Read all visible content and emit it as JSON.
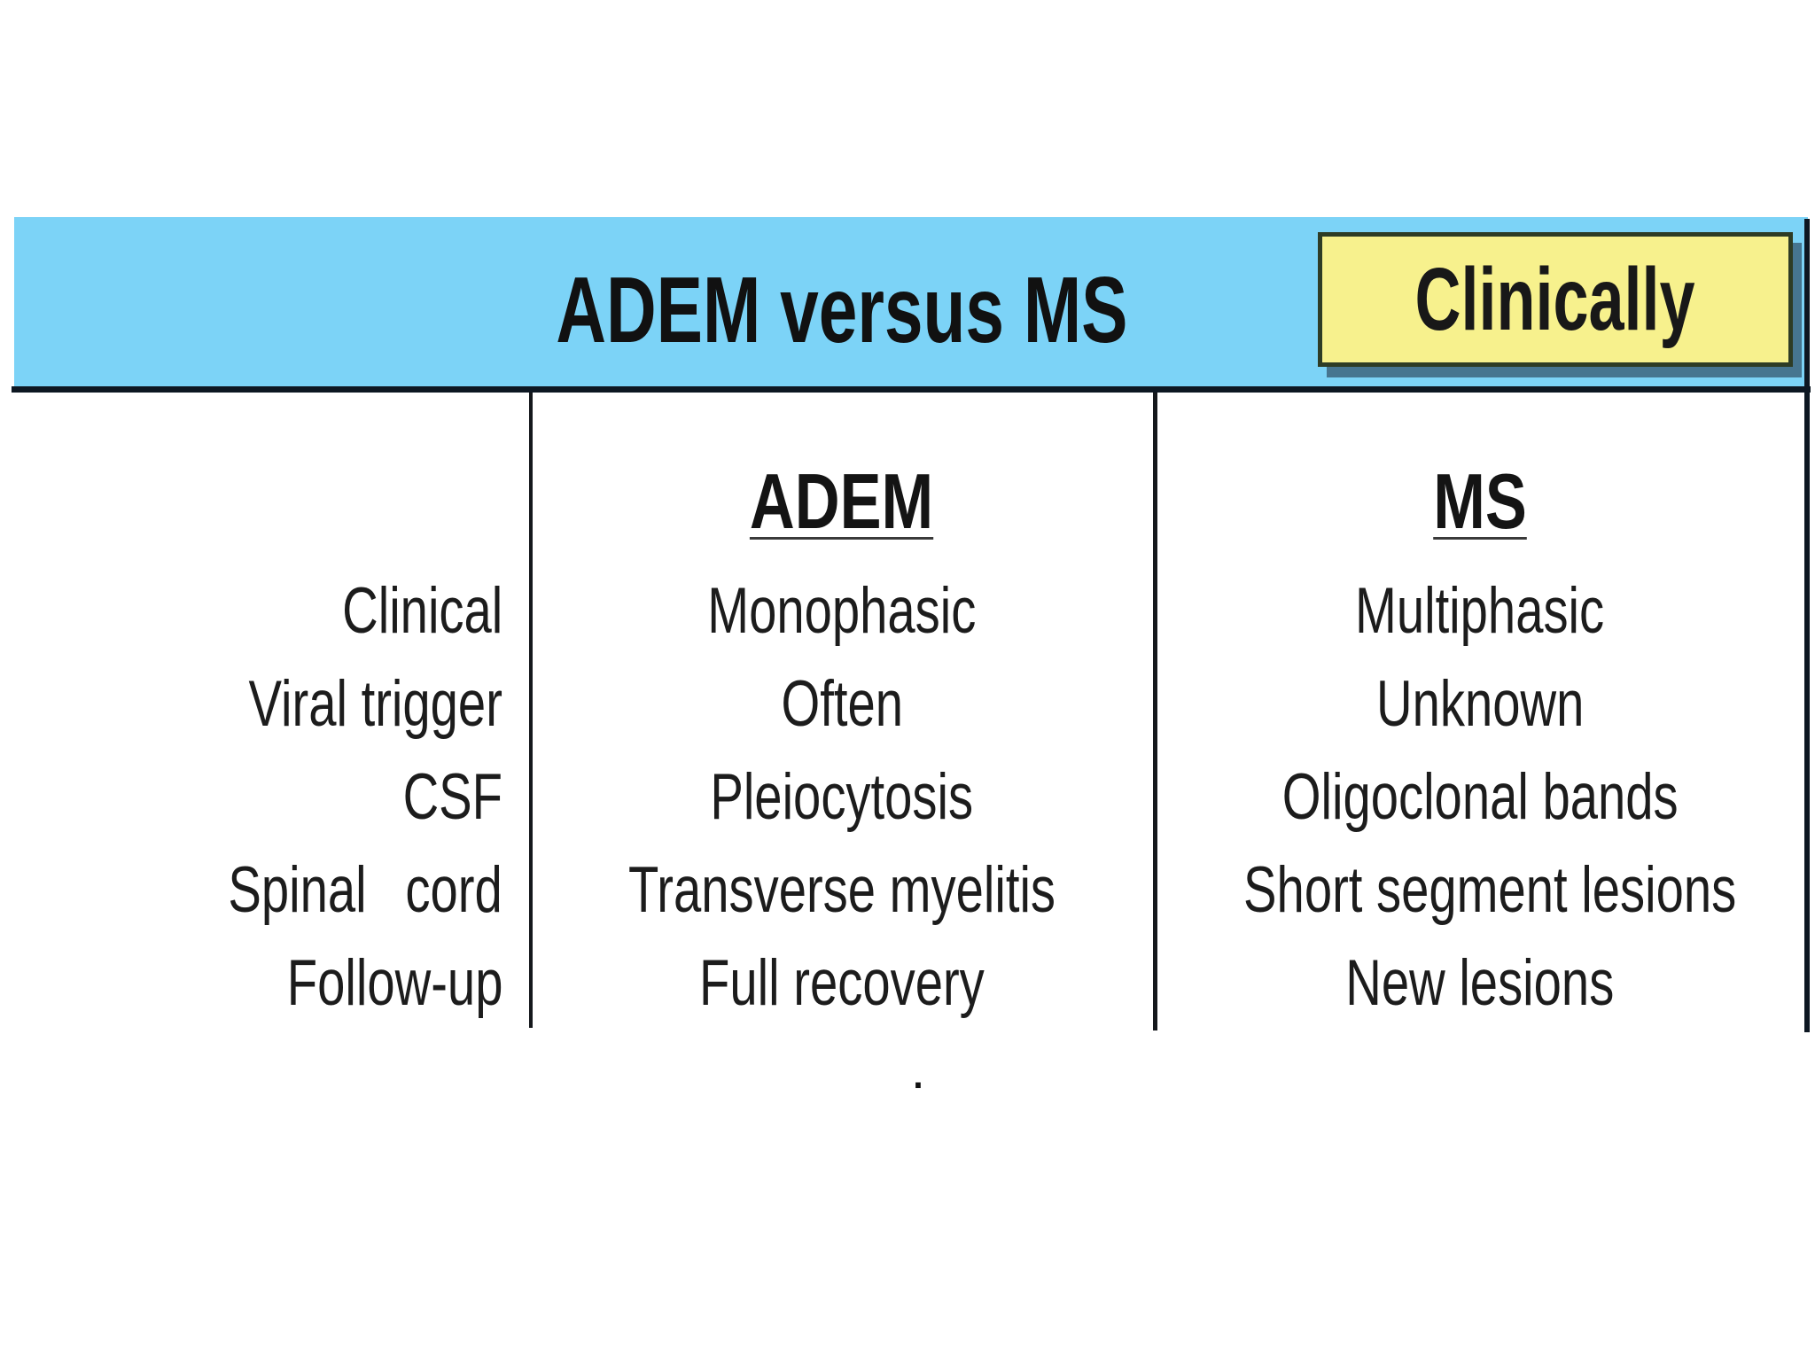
{
  "header": {
    "title": "ADEM versus MS",
    "badge_label": "Clinically"
  },
  "table": {
    "adem_header": "ADEM",
    "ms_header": "MS",
    "rows": [
      {
        "label": "Clinical",
        "adem": "Monophasic",
        "ms": "Multiphasic"
      },
      {
        "label": "Viral trigger",
        "adem": "Often",
        "ms": "Unknown"
      },
      {
        "label": "CSF",
        "adem": "Pleiocytosis",
        "ms": "Oligoclonal bands"
      },
      {
        "label": "Spinal cord",
        "adem": "Transverse myelitis",
        "ms": "Short segment lesions"
      },
      {
        "label": "Follow-up",
        "adem": "Full recovery",
        "ms": "New lesions"
      }
    ]
  },
  "footnote": ".",
  "colors": {
    "header_bar": "#7cd3f7",
    "badge_background": "#f7f18d",
    "badge_border": "#2e3c25",
    "table_lines": "#0d1722",
    "text": "#1a1a1a"
  }
}
